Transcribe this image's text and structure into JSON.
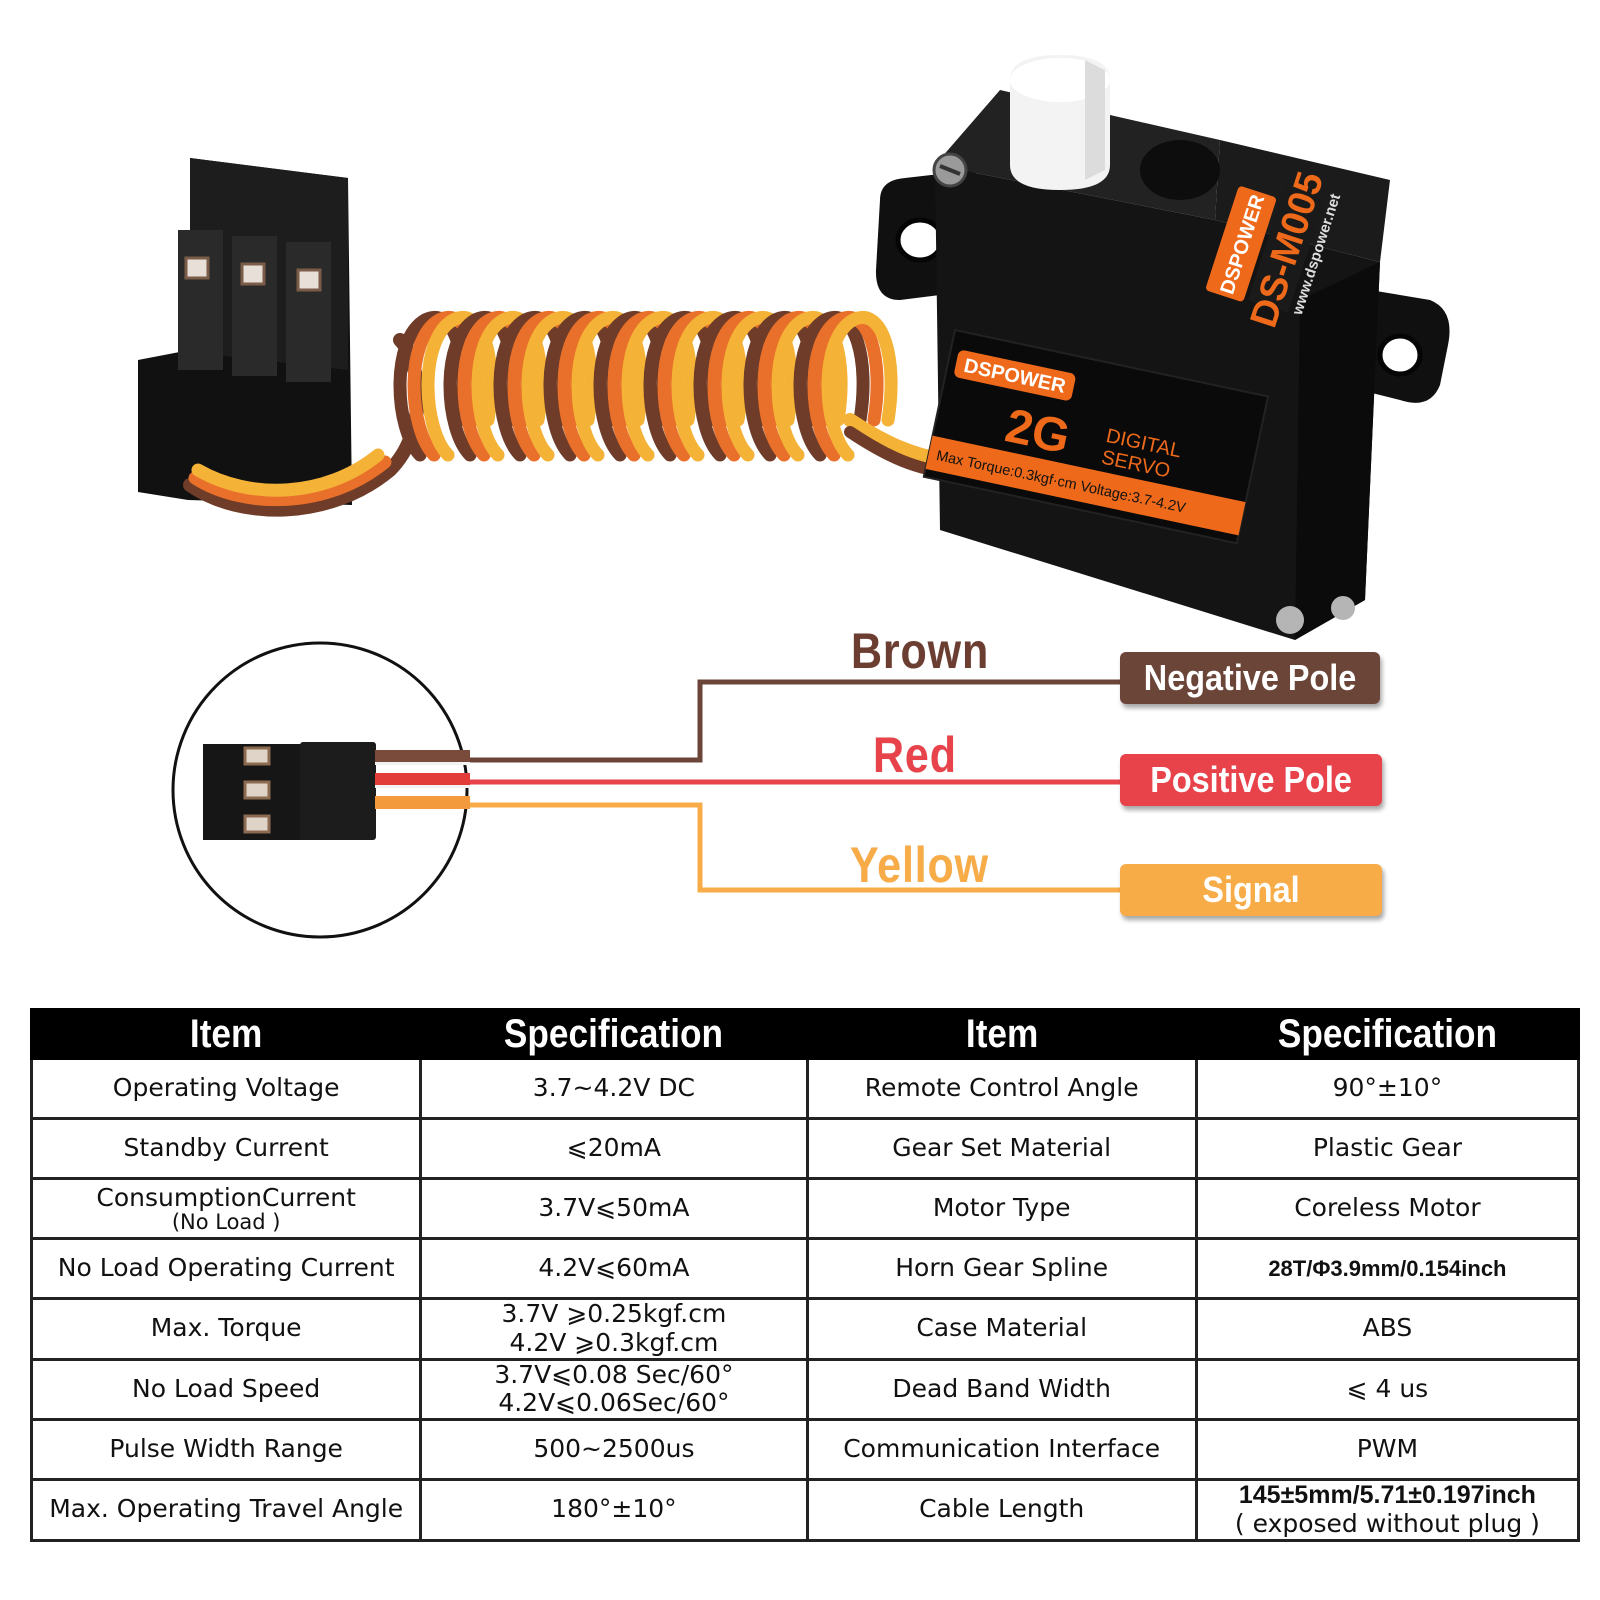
{
  "product": {
    "brand": "DSPOWER",
    "model": "DS-M005",
    "website": "www.dspower.net",
    "weight_label": "2G",
    "type_line1": "DIGITAL",
    "type_line2": "SERVO",
    "label_specs": "Max Torque:0.3kgf·cm  Voltage:3.7-4.2V"
  },
  "wiring": [
    {
      "wire": "Brown",
      "function": "Negative Pole",
      "color": "#6b3e31"
    },
    {
      "wire": "Red",
      "function": "Positive Pole",
      "color": "#e8434b"
    },
    {
      "wire": "Yellow",
      "function": "Signal",
      "color": "#f8ac48"
    }
  ],
  "spec_table": {
    "headers": [
      "Item",
      "Specification",
      "Item",
      "Specification"
    ],
    "rows": [
      [
        {
          "t": "Operating  Voltage"
        },
        {
          "t": "3.7~4.2V DC"
        },
        {
          "t": "Remote Control Angle"
        },
        {
          "t": "90°±10°"
        }
      ],
      [
        {
          "t": "Standby Current"
        },
        {
          "t": "⩽20mA"
        },
        {
          "t": "Gear Set Material"
        },
        {
          "t": "Plastic Gear"
        }
      ],
      [
        {
          "t": "ConsumptionCurrent",
          "sub": "(No Load )"
        },
        {
          "t": "3.7V⩽50mA"
        },
        {
          "t": "Motor Type"
        },
        {
          "t": "Coreless Motor"
        }
      ],
      [
        {
          "t": "No Load Operating Current"
        },
        {
          "t": "4.2V⩽60mA"
        },
        {
          "t": "Horn Gear Spline"
        },
        {
          "t": "28T/Φ3.9mm/0.154inch",
          "bold": true
        }
      ],
      [
        {
          "t": "Max. Torque"
        },
        {
          "t": "3.7V ⩾0.25kgf.cm",
          "t2": "4.2V ⩾0.3kgf.cm"
        },
        {
          "t": "Case Material"
        },
        {
          "t": "ABS"
        }
      ],
      [
        {
          "t": "No Load Speed"
        },
        {
          "t": "3.7V⩽0.08 Sec/60°",
          "t2": "4.2V⩽0.06Sec/60°"
        },
        {
          "t": "Dead Band Width"
        },
        {
          "t": "⩽ 4 us"
        }
      ],
      [
        {
          "t": "Pulse Width Range"
        },
        {
          "t": "500~2500us"
        },
        {
          "t": "Communication Interface"
        },
        {
          "t": "PWM"
        }
      ],
      [
        {
          "t": "Max. Operating Travel Angle"
        },
        {
          "t": "180°±10°"
        },
        {
          "t": "Cable Length"
        },
        {
          "t": "145±5mm/5.71±0.197inch",
          "t2": "( exposed without plug )",
          "mixed": true
        }
      ]
    ]
  }
}
